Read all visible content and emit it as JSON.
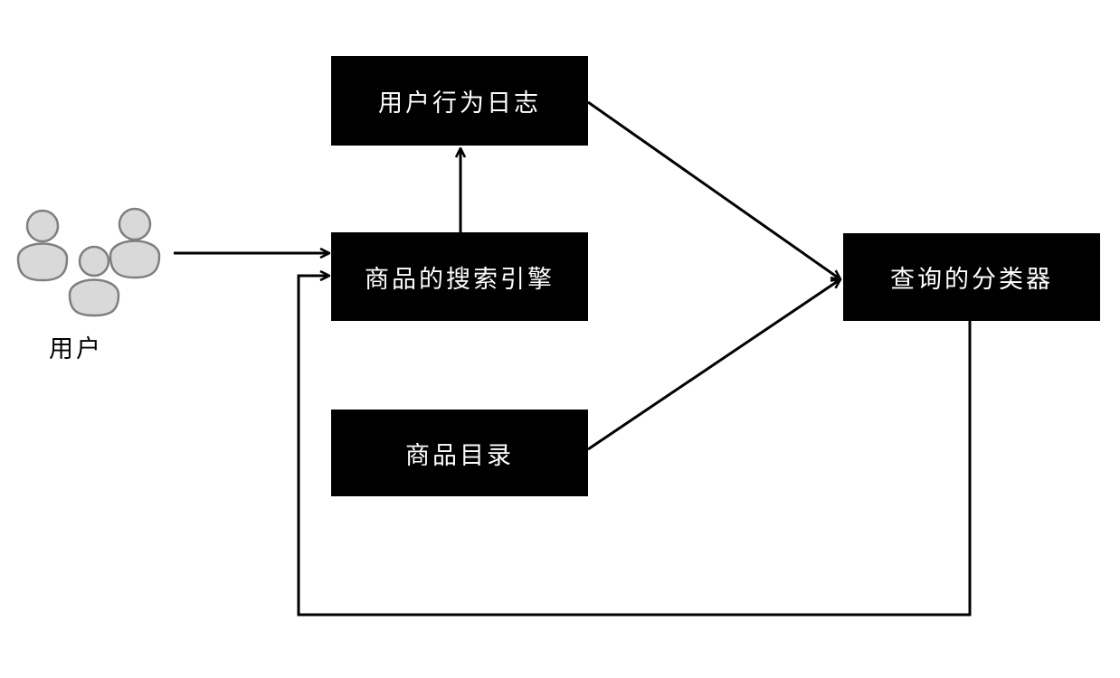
{
  "diagram": {
    "nodes": {
      "user_label": "用户",
      "behavior_log": "用户行为日志",
      "search_engine": "商品的搜索引擎",
      "product_catalog": "商品目录",
      "query_classifier": "查询的分类器"
    },
    "edges": [
      {
        "from": "user",
        "to": "search_engine"
      },
      {
        "from": "search_engine",
        "to": "behavior_log"
      },
      {
        "from": "behavior_log",
        "to": "query_classifier"
      },
      {
        "from": "product_catalog",
        "to": "query_classifier"
      },
      {
        "from": "query_classifier",
        "to": "search_engine"
      }
    ],
    "colors": {
      "box_fill": "#000000",
      "box_text": "#ffffff",
      "line": "#000000",
      "user_fill": "#d9d9d9",
      "user_stroke": "#7f7f7f"
    },
    "icons": {
      "user": "user-group-icon"
    }
  }
}
